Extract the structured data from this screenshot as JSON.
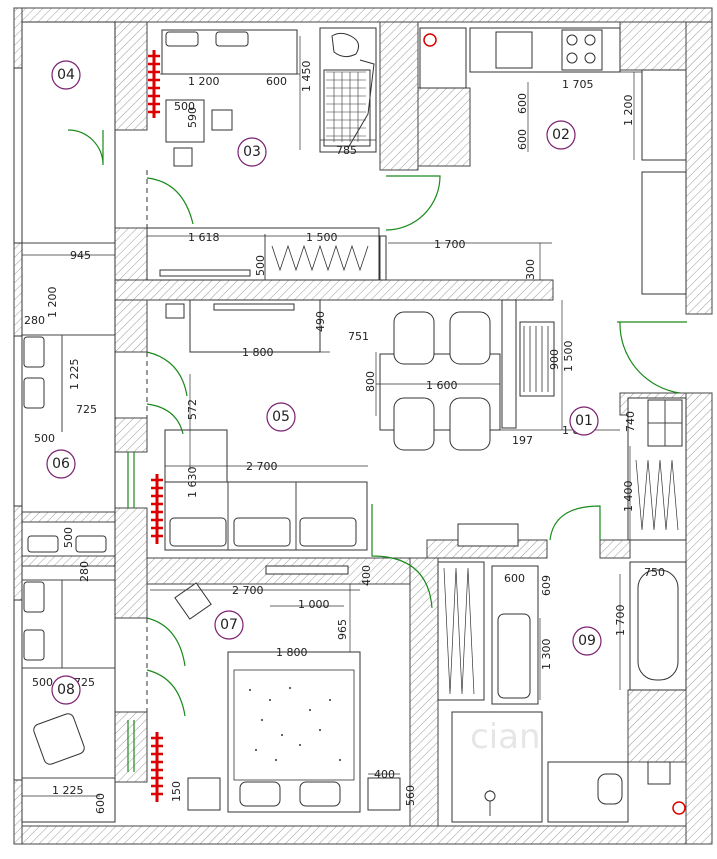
{
  "plan": {
    "rooms": [
      {
        "id": "01",
        "label": "01"
      },
      {
        "id": "02",
        "label": "02"
      },
      {
        "id": "03",
        "label": "03"
      },
      {
        "id": "04",
        "label": "04"
      },
      {
        "id": "05",
        "label": "05"
      },
      {
        "id": "06",
        "label": "06"
      },
      {
        "id": "07",
        "label": "07"
      },
      {
        "id": "08",
        "label": "08"
      },
      {
        "id": "09",
        "label": "09"
      }
    ],
    "dimensions": [
      "1 200",
      "600",
      "1 450",
      "500",
      "590",
      "785",
      "1 705",
      "600",
      "1 200",
      "600",
      "945",
      "1 618",
      "1 500",
      "1 700",
      "500",
      "300",
      "1 200",
      "280",
      "1 225",
      "725",
      "500",
      "490",
      "1 800",
      "751",
      "900",
      "1 500",
      "800",
      "1 600",
      "572",
      "197",
      "1 855",
      "740",
      "1 630",
      "2 700",
      "1 400",
      "500",
      "280",
      "2 700",
      "1 000",
      "400",
      "600",
      "609",
      "750",
      "725",
      "500",
      "965",
      "1 800",
      "1 300",
      "1 700",
      "1 225",
      "600",
      "150",
      "400",
      "560"
    ],
    "watermark": "cian"
  },
  "colors": {
    "wall_outline": "#444444",
    "door": "#1a8a1a",
    "radiator": "#dd0000",
    "room_circle": "#7a1f6e"
  }
}
